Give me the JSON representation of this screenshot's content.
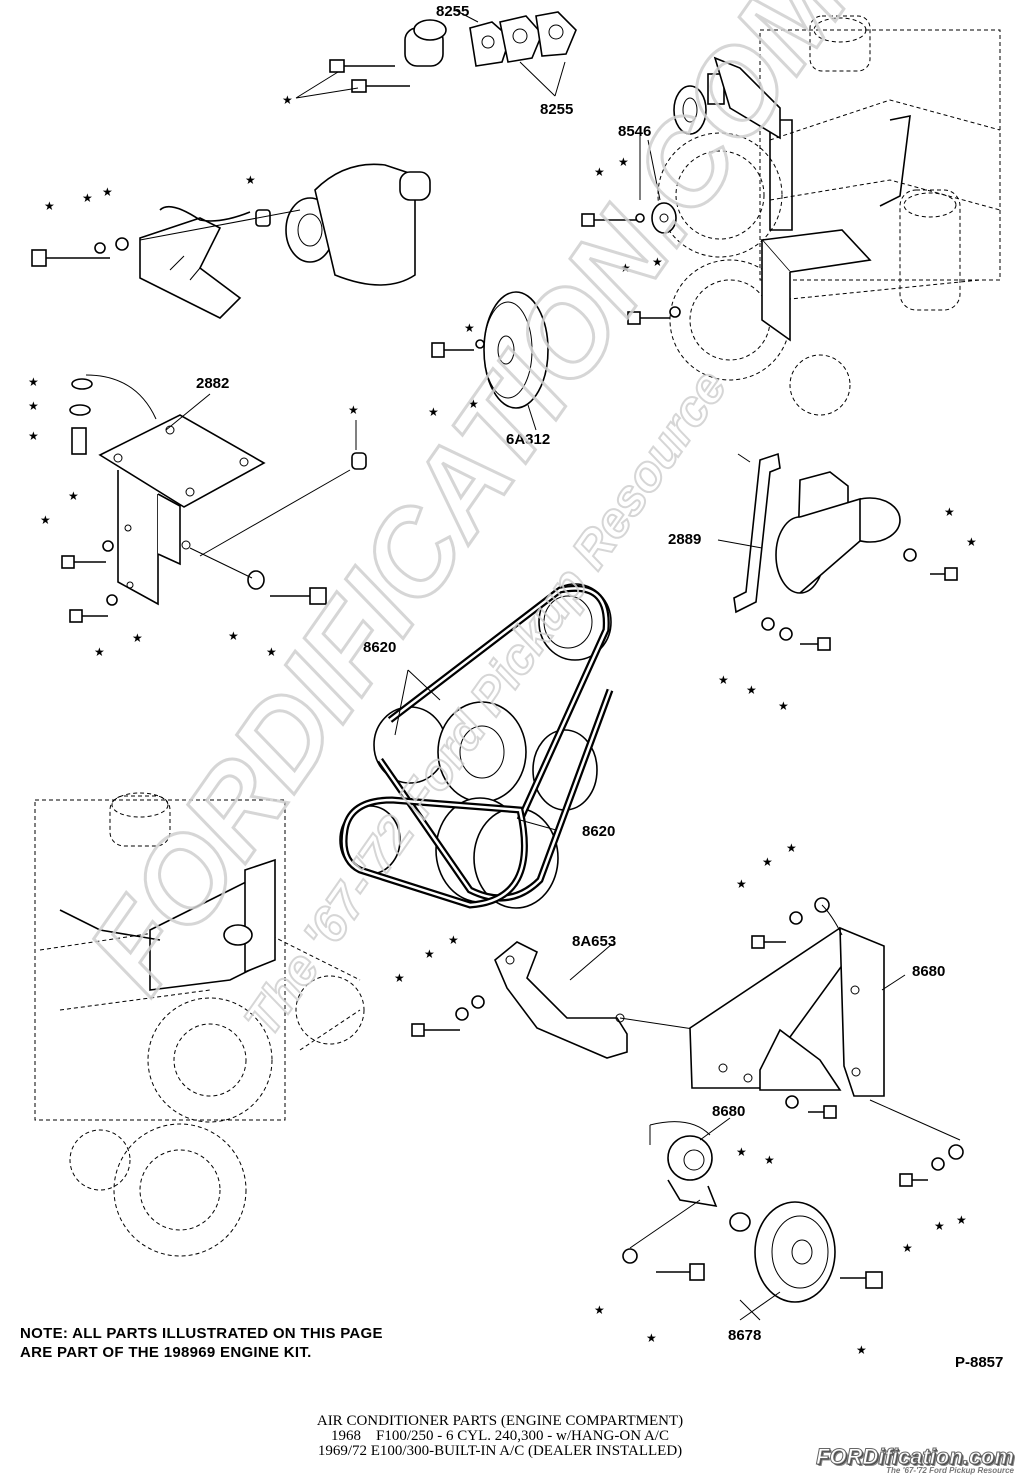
{
  "part_labels": {
    "p8255_top": "8255",
    "p8255_bottom": "8255",
    "p8546": "8546",
    "p2882": "2882",
    "p6A312": "6A312",
    "p2889": "2889",
    "p8620_upper": "8620",
    "p8620_right": "8620",
    "p8A653": "8A653",
    "p8680_bracket": "8680",
    "p8680_idler": "8680",
    "p8678": "8678"
  },
  "star_symbol": "★",
  "note": {
    "line1": "NOTE: ALL PARTS ILLUSTRATED ON THIS PAGE",
    "line2": "ARE PART OF THE 198969 ENGINE KIT."
  },
  "drawing_code": "P-8857",
  "caption": {
    "line1": "AIR CONDITIONER PARTS (ENGINE COMPARTMENT)",
    "line2": "1968    F100/250 - 6 CYL. 240,300 - w/HANG-ON A/C",
    "line3": "1969/72 E100/300-BUILT-IN A/C (DEALER INSTALLED)"
  },
  "watermark": {
    "main": "FORDIFICATION.COM",
    "sub": "The '67-'72 Ford Pickup Resource"
  },
  "brand": {
    "name": "FORDification.com",
    "tagline": "The '67-'72 Ford Pickup Resource"
  },
  "colors": {
    "ink": "#000000",
    "paper": "#ffffff",
    "watermark": "#d9d9d9"
  }
}
